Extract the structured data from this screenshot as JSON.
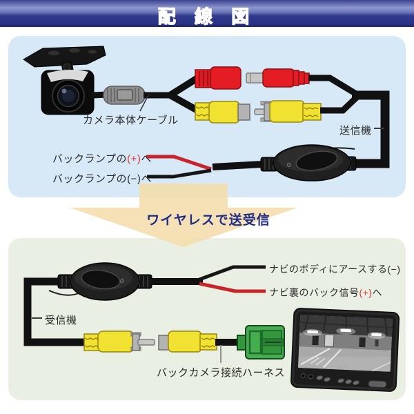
{
  "header": {
    "title": "配 線 図"
  },
  "top_panel": {
    "camera_cable_label": "カメラ本体ケーブル",
    "transmitter_label": "送信機",
    "backup_lamp_plus": {
      "pre": "バックランプの",
      "sign": "(+)",
      "post": "へ"
    },
    "backup_lamp_minus": {
      "pre": "バックランプの",
      "sign": "(−)",
      "post": "へ"
    }
  },
  "transfer_arrow": {
    "label": "ワイヤレスで送受信"
  },
  "bottom_panel": {
    "receiver_label": "受信機",
    "nav_ground": {
      "pre": "ナビのボディにアースする",
      "sign": "(−)",
      "post": ""
    },
    "nav_back_signal": {
      "pre": "ナビ裏のバック信号",
      "sign": "(+)",
      "post": "へ"
    },
    "harness_label": "バックカメラ接続ハーネス"
  },
  "colors": {
    "header_navy": "#2e3a8c",
    "panel_blue": "#d7e8f6",
    "panel_green": "#e9efe2",
    "arrow_beige": "#f3dcaa",
    "connector_red": "#e41d24",
    "connector_yellow": "#f1e130",
    "harness_green": "#45ac50",
    "wire_red": "#c9242b",
    "wire_black": "#161616",
    "plus_sign_red": "#e03030"
  }
}
